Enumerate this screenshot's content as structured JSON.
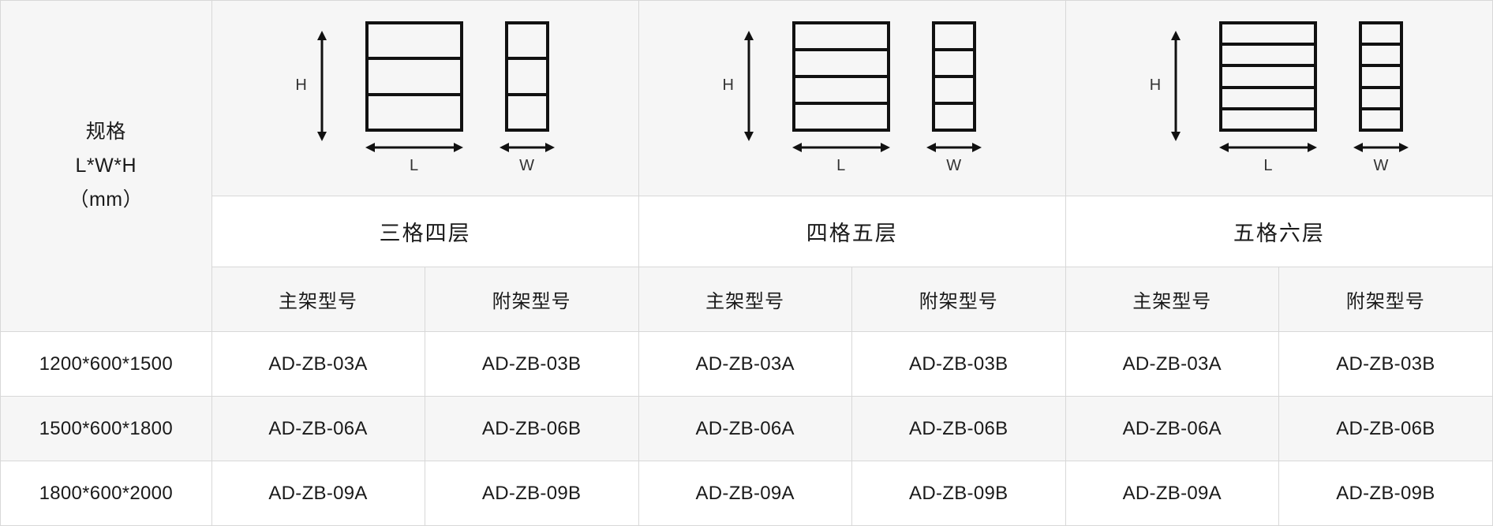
{
  "spec_column": {
    "line1": "规格",
    "line2": "L*W*H",
    "line3": "（mm）"
  },
  "dimension_labels": {
    "height": "H",
    "length": "L",
    "width": "W"
  },
  "sections": [
    {
      "title": "三格四层",
      "compartments": 3,
      "sub_headers": [
        "主架型号",
        "附架型号"
      ]
    },
    {
      "title": "四格五层",
      "compartments": 4,
      "sub_headers": [
        "主架型号",
        "附架型号"
      ]
    },
    {
      "title": "五格六层",
      "compartments": 5,
      "sub_headers": [
        "主架型号",
        "附架型号"
      ]
    }
  ],
  "rows": [
    {
      "spec": "1200*600*1500",
      "models": [
        "AD-ZB-03A",
        "AD-ZB-03B",
        "AD-ZB-03A",
        "AD-ZB-03B",
        "AD-ZB-03A",
        "AD-ZB-03B"
      ]
    },
    {
      "spec": "1500*600*1800",
      "models": [
        "AD-ZB-06A",
        "AD-ZB-06B",
        "AD-ZB-06A",
        "AD-ZB-06B",
        "AD-ZB-06A",
        "AD-ZB-06B"
      ]
    },
    {
      "spec": "1800*600*2000",
      "models": [
        "AD-ZB-09A",
        "AD-ZB-09B",
        "AD-ZB-09A",
        "AD-ZB-09B",
        "AD-ZB-09A",
        "AD-ZB-09B"
      ]
    }
  ],
  "colors": {
    "border": "#d8d8d8",
    "header_bg": "#f6f6f6",
    "row_bg": "#ffffff",
    "alt_row_bg": "#f6f6f6",
    "text": "#1a1a1a",
    "diagram_stroke": "#111111"
  }
}
